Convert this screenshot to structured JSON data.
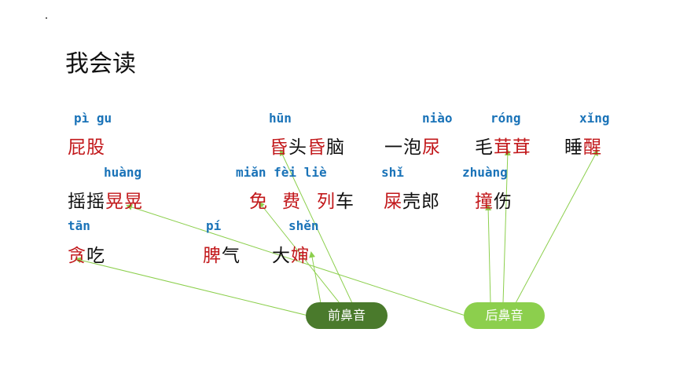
{
  "title": "我会读",
  "pinyin": {
    "pigu": "pì gu",
    "hun": "hūn",
    "niao": "niào",
    "rong": "róng",
    "xing": "xǐng",
    "huang": "huàng",
    "mianfeilie": "miǎn fèi liè",
    "shi": "shǐ",
    "zhuang": "zhuàng",
    "tan": "tān",
    "pi": "pí",
    "shen": "shěn"
  },
  "row1": {
    "w1": "屁股",
    "w2_a": "昏",
    "w2_b": "头",
    "w2_c": "昏",
    "w2_d": "脑",
    "w3_a": "一泡",
    "w3_b": "尿",
    "w4_a": "毛",
    "w4_b": "茸茸",
    "w5_a": "睡",
    "w5_b": "醒"
  },
  "row2": {
    "w1_a": "摇摇",
    "w1_b": "晃晃",
    "w2": "免",
    "w3": "费",
    "w4_a": "列",
    "w4_b": "车",
    "w5_a": "屎",
    "w5_b": "壳郎",
    "w6_a": "撞",
    "w6_b": "伤"
  },
  "row3": {
    "w1_a": "贪",
    "w1_b": "吃",
    "w2_a": "脾",
    "w2_b": "气",
    "w3_a": "大",
    "w3_b": "婶"
  },
  "buttons": {
    "front_nasal": "前鼻音",
    "back_nasal": "后鼻音"
  },
  "colors": {
    "pinyin": "#1a73b8",
    "highlight": "#c2181b",
    "front_pill": "#4a7a2c",
    "back_pill": "#8ccf4d",
    "line": "#8ccf4d"
  }
}
